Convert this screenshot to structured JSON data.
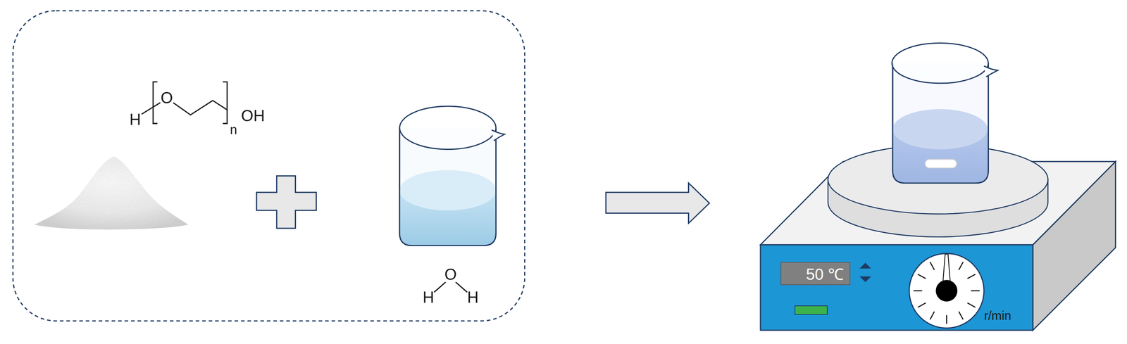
{
  "diagram": {
    "nodes": [
      {
        "text": [
          "50 ℃"
        ]
      }
    ],
    "labels": [
      "H",
      "O",
      "n",
      "OH",
      "O",
      "H",
      "H",
      "r/min"
    ]
  }
}
